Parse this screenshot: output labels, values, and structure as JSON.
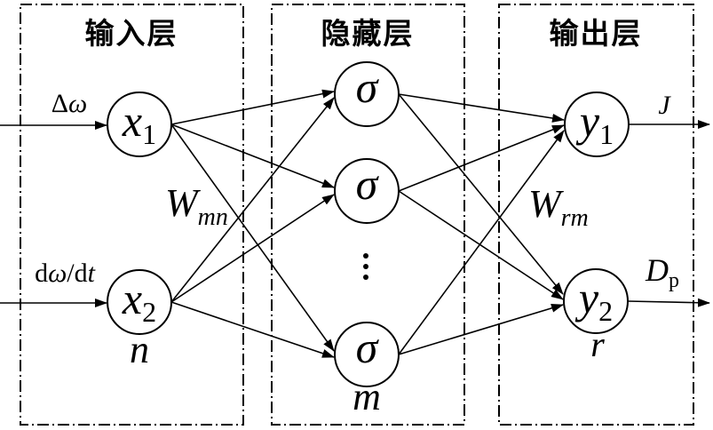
{
  "colors": {
    "ink": "#000000",
    "bg": "#ffffff"
  },
  "layers": {
    "input": {
      "title": "输入层",
      "count_label": "n"
    },
    "hidden": {
      "title": "隐藏层",
      "count_label": "m"
    },
    "output": {
      "title": "输出层",
      "count_label": "r"
    }
  },
  "inputs": {
    "in1": {
      "delta": "Δ",
      "omega": "ω"
    },
    "in2": {
      "d1": "d",
      "omega": "ω",
      "slash_d": "/d",
      "t": "t"
    }
  },
  "weights": {
    "input_hidden": {
      "base": "W",
      "sub": "mn"
    },
    "hidden_output": {
      "base": "W",
      "sub": "rm"
    }
  },
  "outputs": {
    "out1": {
      "label": "J"
    },
    "out2": {
      "base": "D",
      "sub": "p"
    }
  },
  "nodes": {
    "x1": {
      "base": "x",
      "sub": "1"
    },
    "x2": {
      "base": "x",
      "sub": "2"
    },
    "h1": {
      "label": "σ"
    },
    "h2": {
      "label": "σ"
    },
    "h3": {
      "label": "σ"
    },
    "y1": {
      "base": "y",
      "sub": "1"
    },
    "y2": {
      "base": "y",
      "sub": "2"
    }
  }
}
